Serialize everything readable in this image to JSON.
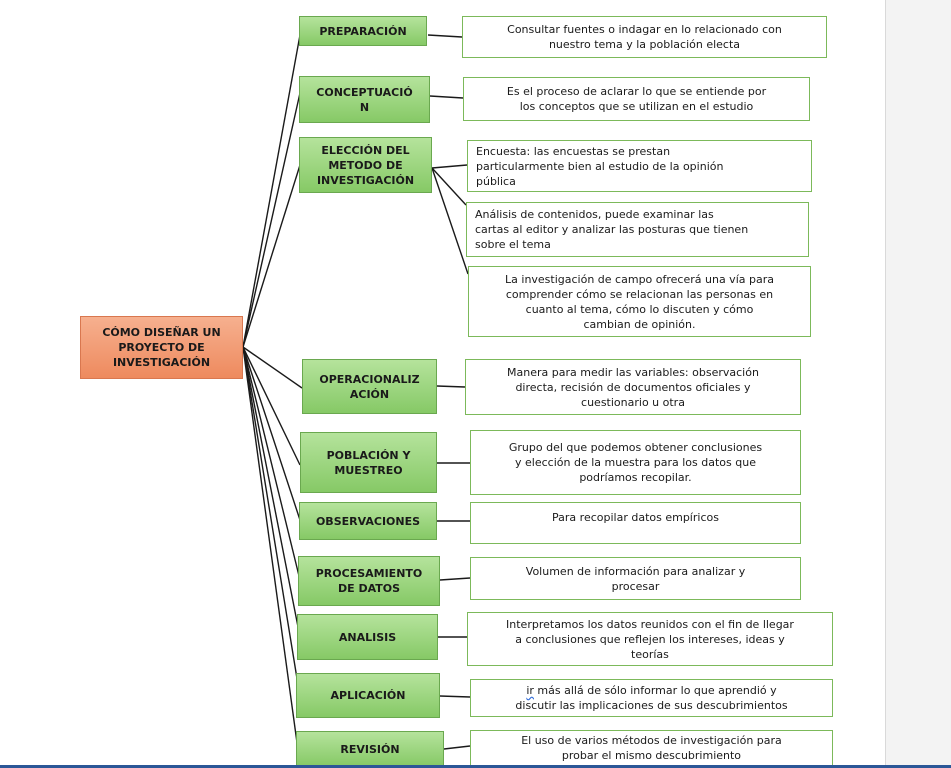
{
  "root": "CÓMO DISEÑAR UN\nPROYECTO DE\nINVESTIGACIÓN",
  "steps": [
    {
      "label": "PREPARACIÓN",
      "desc": [
        "Consultar fuentes o indagar en lo relacionado con\nnuestro tema y la población electa"
      ]
    },
    {
      "label": "CONCEPTUACIÓ\nN",
      "desc": [
        "Es el proceso de aclarar lo que se entiende por\nlos conceptos que se utilizan en el estudio"
      ]
    },
    {
      "label": "ELECCIÓN DEL\nMETODO DE\nINVESTIGACIÓN",
      "desc": [
        "Encuesta: las encuestas se prestan\nparticularmente bien al estudio de la opinión\npública",
        "Análisis de contenidos, puede examinar las\ncartas al editor y analizar las posturas que tienen\nsobre el tema",
        "La investigación de campo ofrecerá una vía para\ncomprender cómo se relacionan las personas en\ncuanto al tema, cómo lo discuten y cómo\ncambian de opinión."
      ]
    },
    {
      "label": "OPERACIONALIZ\nACIÓN",
      "desc": [
        "Manera para medir las variables: observación\ndirecta, recisión de documentos oficiales y\ncuestionario u otra"
      ]
    },
    {
      "label": "POBLACIÓN Y\nMUESTREO",
      "desc": [
        "Grupo del que podemos obtener conclusiones\ny elección de la muestra para los datos que\npodríamos recopilar."
      ]
    },
    {
      "label": "OBSERVACIONES",
      "desc": [
        "Para recopilar datos empíricos"
      ]
    },
    {
      "label": "PROCESAMIENTO\nDE DATOS",
      "desc": [
        "Volumen de información para analizar y\nprocesar"
      ]
    },
    {
      "label": "ANALISIS",
      "desc": [
        "Interpretamos los datos reunidos con el fin de llegar\na conclusiones que reflejen los intereses, ideas y\nteorías"
      ]
    },
    {
      "label": "APLICACIÓN",
      "desc_first_word": "ir",
      "desc": [
        " más allá de sólo informar lo que aprendió y\ndiscutir las implicaciones de sus descubrimientos"
      ]
    },
    {
      "label": "REVISIÓN",
      "desc": [
        "El uso de varios métodos de investigación para\nprobar el mismo descubrimiento"
      ]
    }
  ],
  "colors": {
    "step_fill": "#9fd67f",
    "step_border": "#6aa84f",
    "root_fill": "#f19a72",
    "desc_border": "#7cb95a",
    "connector": "#1a1a1a"
  }
}
